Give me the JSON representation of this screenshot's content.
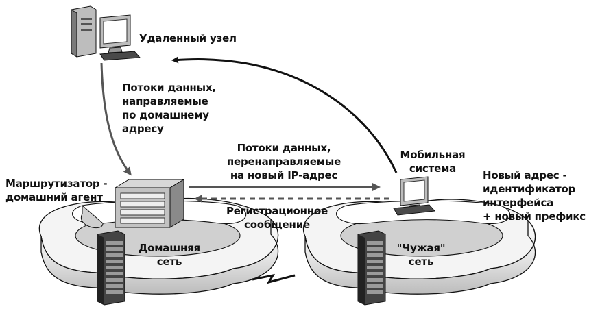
{
  "labels": {
    "remote_node": "Удаленный узел",
    "home_flow": [
      "Потоки данных,",
      "направляемые",
      "по домашнему",
      "адресу"
    ],
    "router": [
      "Маршрутизатор -",
      "домашний агент"
    ],
    "redirect_flow": [
      "Потоки данных,",
      "перенаправляемые",
      "на новый IP-адрес"
    ],
    "mobile_system": [
      "Мобильная",
      "система"
    ],
    "new_address": [
      "Новый адрес -",
      "идентификатор",
      "интерфейса",
      "+ новый префикс"
    ],
    "registration": [
      "Регистрационное",
      "сообщение"
    ],
    "home_network": [
      "Домашняя",
      "сеть"
    ],
    "foreign_network": [
      "\"Чужая\"",
      "сеть"
    ]
  },
  "colors": {
    "ink": "#111111",
    "arrow_gray": "#555555",
    "ring_fill": "#f0f0f0",
    "ring_inner": "#cfcfcf",
    "device_dark": "#4a4a4a",
    "device_light": "#bdbdbd"
  }
}
